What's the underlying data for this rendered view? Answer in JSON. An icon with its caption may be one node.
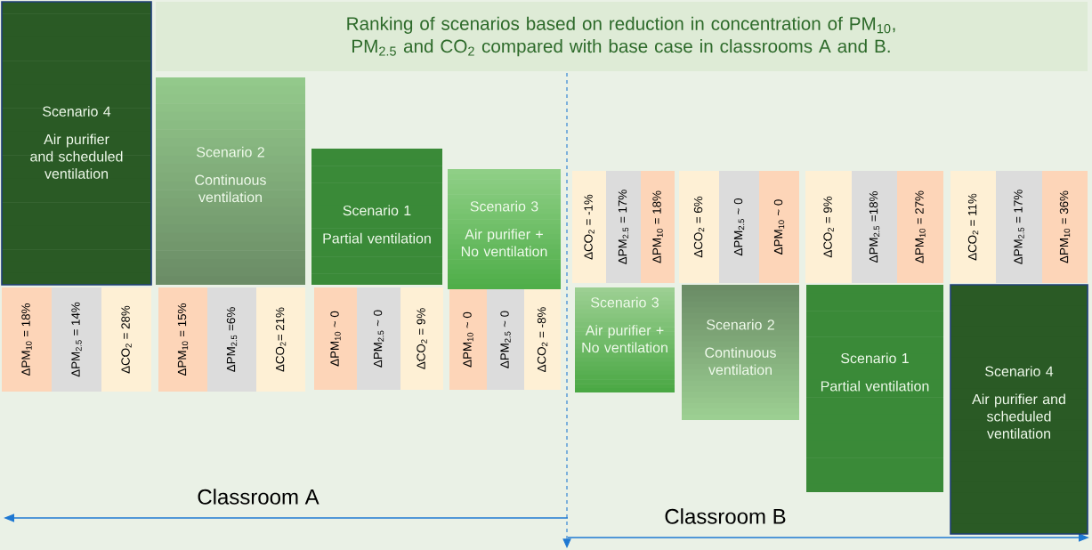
{
  "diagram": {
    "title": "Ranking of scenarios based on reduction in concentration of PM$_{10}$, PM$_{2.5}$ and CO$_{2}$ compared with base case in classrooms A and B.",
    "nodes": [
      {
        "text": [
          "Scenario 4",
          "Air purifier and scheduled ventilation"
        ]
      },
      {
        "text": [
          "Scenario 2",
          "Continuous ventilation"
        ]
      },
      {
        "text": [
          "Scenario 1",
          "Partial ventilation"
        ]
      },
      {
        "text": [
          "Scenario 3",
          "Air purifier + No ventilation"
        ]
      },
      {
        "text": [
          "ΔPM$_{10}$ = 18%"
        ]
      },
      {
        "text": [
          "ΔPM$_{2.5}$ = 14%"
        ]
      },
      {
        "text": [
          "ΔCO$_{2}$ = 28%"
        ]
      },
      {
        "text": [
          "ΔPM$_{10}$ = 15%"
        ]
      },
      {
        "text": [
          "ΔPM$_{2.5}$ =6%"
        ]
      },
      {
        "text": [
          "ΔCO$_{2}$= 21%"
        ]
      },
      {
        "text": [
          "ΔPM$_{10}$ ~ 0"
        ]
      },
      {
        "text": [
          "ΔPM$_{2.5}$ ~ 0"
        ]
      },
      {
        "text": [
          "ΔCO$_{2}$ = 9%"
        ]
      },
      {
        "text": [
          "ΔPM$_{10}$ ~ 0"
        ]
      },
      {
        "text": [
          "ΔPM$_{2.5}$ ~ 0"
        ]
      },
      {
        "text": [
          "ΔCO$_{2}$ = -8%"
        ]
      },
      {
        "text": [
          "ΔCO$_{2}$ = -1%"
        ]
      },
      {
        "text": [
          "ΔPM$_{2.5}$ = 17%"
        ]
      },
      {
        "text": [
          "ΔPM$_{10}$ = 18%"
        ]
      },
      {
        "text": [
          "ΔCO$_{2}$ = 6%"
        ]
      },
      {
        "text": [
          "ΔPM$_{2.5}$ ~ 0"
        ]
      },
      {
        "text": [
          "ΔPM$_{10}$ ~ 0"
        ]
      },
      {
        "text": [
          "ΔCO$_{2}$ = 9%"
        ]
      },
      {
        "text": [
          "ΔPM$_{2.5}$ =18%"
        ]
      },
      {
        "text": [
          "ΔPM$_{10}$ = 27%"
        ]
      },
      {
        "text": [
          "ΔCO$_{2}$ = 11%"
        ]
      },
      {
        "text": [
          "ΔPM$_{2.5}$ = 17%"
        ]
      },
      {
        "text": [
          "ΔPM$_{10}$ = 36%"
        ]
      },
      {
        "text": [
          "Scenario 3",
          "Air purifier + No ventilation"
        ]
      },
      {
        "text": [
          "Scenario 2",
          "Continuous ventilation"
        ]
      },
      {
        "text": [
          "Scenario 1",
          "Partial ventilation"
        ]
      },
      {
        "text": [
          "Scenario 4",
          "Air purifier and scheduled ventilation"
        ]
      }
    ],
    "labels": [
      "Classroom A",
      "Classroom B"
    ]
  }
}
